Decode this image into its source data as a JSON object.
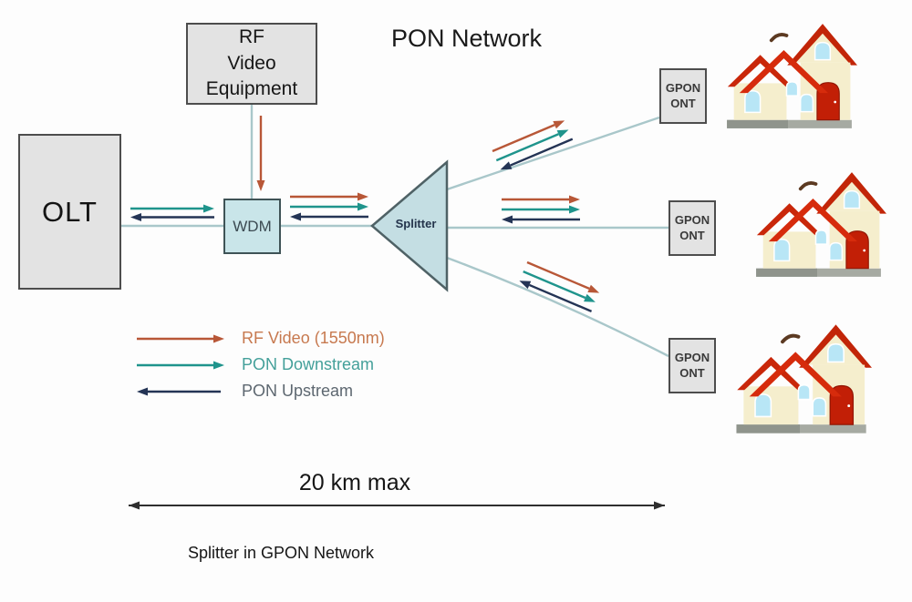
{
  "title": "PON Network",
  "caption": "Splitter in GPON Network",
  "distance": {
    "label": "20 km max"
  },
  "nodes": {
    "olt": "OLT",
    "rf_video_equipment": "RF\nVideo\nEquipment",
    "wdm": "WDM",
    "splitter": "Splitter",
    "onts": [
      "GPON\nONT",
      "GPON\nONT",
      "GPON\nONT"
    ]
  },
  "legend": {
    "items": [
      {
        "label": "RF Video (1550nm)",
        "direction": "right"
      },
      {
        "label": "PON Downstream",
        "direction": "right"
      },
      {
        "label": "PON Upstream",
        "direction": "left"
      }
    ]
  },
  "colors": {
    "rf_video": "#b85737",
    "pon_downstream": "#1f948c",
    "pon_upstream": "#243455",
    "fiber": "#a9c7ca",
    "box_fill": "#e3e3e3",
    "box_border": "#4d4d4d",
    "wdm_fill": "#c9e5e9",
    "splitter_fill": "#c4dee3",
    "legend_rf_text": "#c7794f",
    "legend_down_text": "#44a09a",
    "legend_up_text": "#5d6770",
    "distance_arrow": "#2e2e2e"
  }
}
